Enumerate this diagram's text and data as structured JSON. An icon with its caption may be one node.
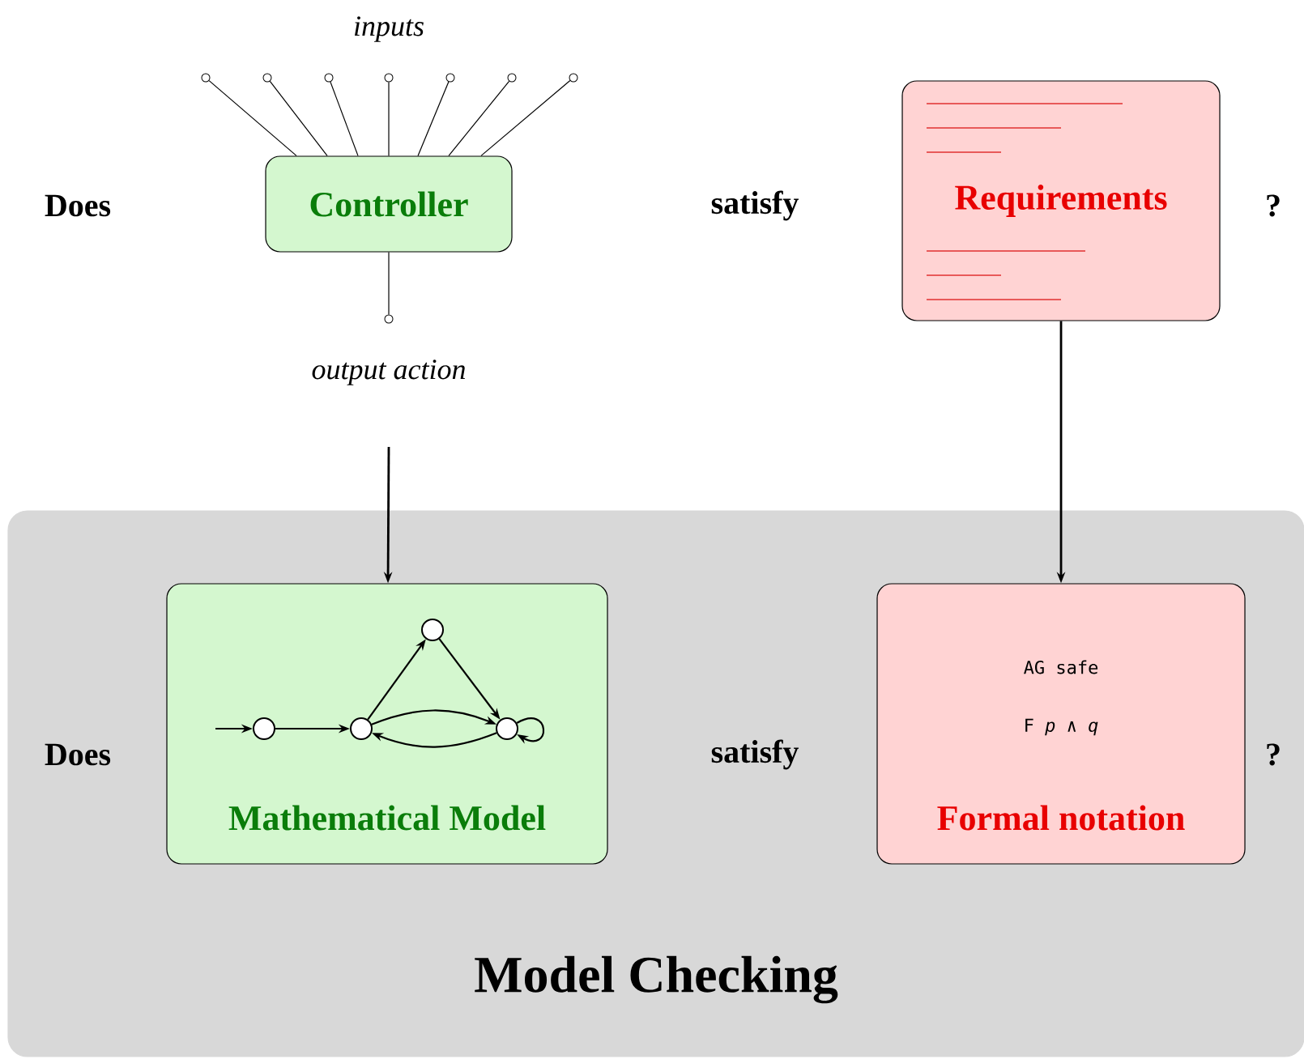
{
  "diagram": {
    "nodes": [
      {
        "text": [
          "Controller"
        ]
      },
      {
        "text": [],
        "shape": "circle"
      },
      {
        "text": [],
        "shape": "circle"
      },
      {
        "text": [],
        "shape": "circle"
      },
      {
        "text": [],
        "shape": "circle"
      },
      {
        "text": [],
        "shape": "circle"
      },
      {
        "text": [],
        "shape": "circle"
      },
      {
        "text": [],
        "shape": "circle"
      },
      {
        "text": [],
        "shape": "circle"
      },
      {
        "text": [
          "Requirements"
        ]
      },
      {
        "text": [
          "Model Checking"
        ]
      },
      {
        "text": [
          "Mathematical Model"
        ],
        "in": 10
      },
      {
        "text": [],
        "shape": "circle",
        "in": 11
      },
      {
        "text": [],
        "shape": "circle",
        "in": 11
      },
      {
        "text": [],
        "shape": "circle",
        "in": 11
      },
      {
        "text": [],
        "shape": "circle",
        "in": 11
      },
      {
        "text": [
          "AG safe",
          "F *p* ∧ *q*",
          "Formal notation"
        ],
        "in": 10
      }
    ],
    "edges": [
      {
        "from": 1,
        "to": 0,
        "arrow": "none"
      },
      {
        "from": 2,
        "to": 0,
        "arrow": "none"
      },
      {
        "from": 3,
        "to": 0,
        "arrow": "none"
      },
      {
        "from": 4,
        "to": 0,
        "arrow": "none"
      },
      {
        "from": 5,
        "to": 0,
        "arrow": "none"
      },
      {
        "from": 6,
        "to": 0,
        "arrow": "none"
      },
      {
        "from": 7,
        "to": 0,
        "arrow": "none"
      },
      {
        "from": 0,
        "to": 8,
        "arrow": "none"
      },
      {
        "from": null,
        "to": 11,
        "arrow": "to"
      },
      {
        "from": 9,
        "to": 16,
        "arrow": "to"
      },
      {
        "from": null,
        "to": 12,
        "arrow": "to"
      },
      {
        "from": 12,
        "to": 13,
        "arrow": "to"
      },
      {
        "from": 13,
        "to": 14,
        "arrow": "to"
      },
      {
        "from": 14,
        "to": 15,
        "arrow": "to"
      },
      {
        "from": 13,
        "to": 15,
        "arrow": "to"
      },
      {
        "from": 15,
        "to": 13,
        "arrow": "to"
      },
      {
        "from": 15,
        "to": 15,
        "arrow": "to"
      }
    ],
    "labels": [
      "inputs",
      "Does",
      "satisfy",
      "?",
      "output action",
      "Does",
      "satisfy",
      "?"
    ]
  }
}
